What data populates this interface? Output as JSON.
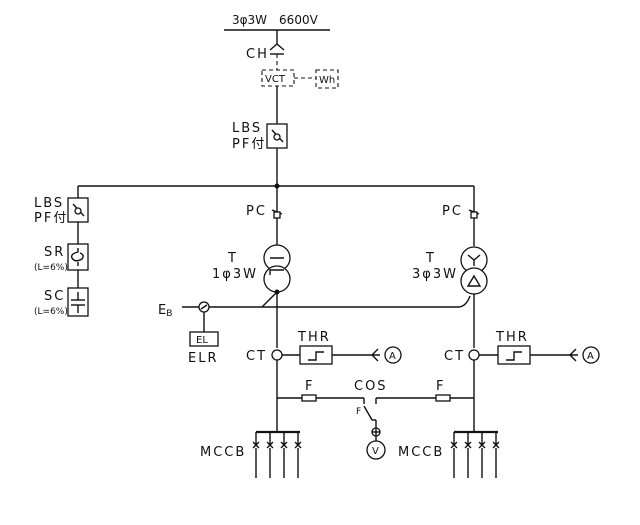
{
  "source": {
    "label": "3φ3W　6600V"
  },
  "labels": {
    "ch": "CH",
    "vct": "VCT",
    "wh": "Wh",
    "lbs_main_1": "LBS",
    "lbs_main_2": "PF付",
    "lbs_left_1": "LBS",
    "lbs_left_2": "PF付",
    "sr": "SR",
    "sr_note": "(L=6%)",
    "sc": "SC",
    "sc_note": "(L=6%)",
    "pc_left": "PC",
    "pc_right": "PC",
    "t_left": "T",
    "t_left_spec": "1φ3W",
    "t_right": "T",
    "t_right_spec": "3φ3W",
    "eb": "E",
    "eb_sub": "B",
    "el": "EL",
    "elr": "ELR",
    "ct_left": "CT",
    "ct_right": "CT",
    "thr_left": "THR",
    "thr_right": "THR",
    "ammeter_left": "A",
    "ammeter_right": "A",
    "fuse_left": "F",
    "fuse_right": "F",
    "cos": "COS",
    "cos_f": "F",
    "voltmeter": "V",
    "mccb_left": "MCCB",
    "mccb_right": "MCCB"
  }
}
